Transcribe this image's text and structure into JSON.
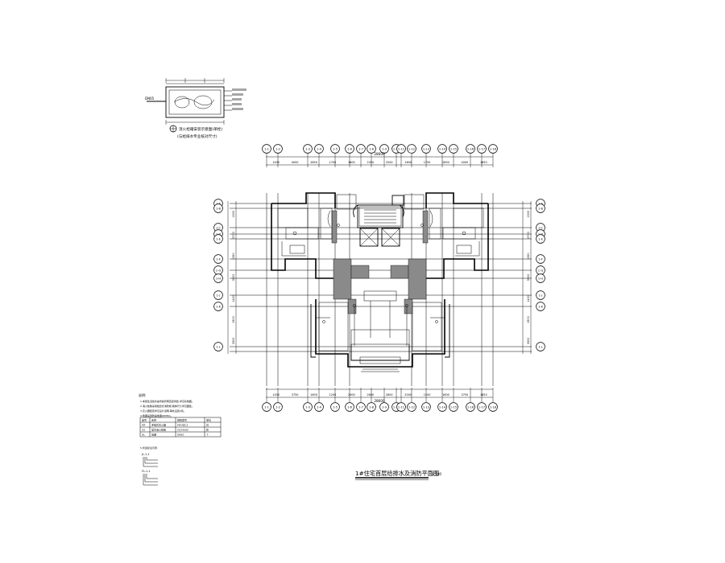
{
  "drawing": {
    "title": "1#住宅首层给排水及消防平面图",
    "scale": "1:100"
  },
  "detail": {
    "caption_line1": "消火栓箱安装示意图(单栓)",
    "caption_line2": "(与给排水专业核对尺寸)"
  },
  "axes": {
    "top": [
      "1-1",
      "1-2",
      "1-3",
      "1-4",
      "1-5",
      "1-6",
      "1-7",
      "1-8",
      "1-9",
      "1-10",
      "1-11",
      "1-12",
      "1-13",
      "1-14",
      "1-15",
      "1-16",
      "1-17",
      "1-18"
    ],
    "left": [
      "1-A",
      "1-B",
      "1-C",
      "1-D",
      "1-E",
      "1-F",
      "1-G",
      "1-H",
      "1-J",
      "1-K",
      "1-L"
    ],
    "right": [
      "1-A",
      "1-B",
      "1-C",
      "1-D",
      "1-E",
      "1-F",
      "1-G",
      "1-H",
      "1-J",
      "1-K",
      "1-L"
    ]
  },
  "dimensions": {
    "top_overall": "28600",
    "top_segments": [
      "1450",
      "4000",
      "2850",
      "1700",
      "1600",
      "2350",
      "2500",
      "1600",
      "1700",
      "2850",
      "4000",
      "1650"
    ],
    "bottom_overall": "28600",
    "bottom_segments": [
      "1450",
      "3750",
      "1600",
      "1200",
      "2000",
      "2600",
      "2800",
      "2000",
      "1200",
      "1600",
      "3750",
      "1650"
    ],
    "left_segments": [
      "1500",
      "2700",
      "1350",
      "3500",
      "1400",
      "1900",
      "3300"
    ],
    "right_segments": [
      "1500",
      "2700",
      "1350",
      "3500",
      "1400",
      "1900",
      "3300"
    ]
  },
  "notes": {
    "heading": "说明:",
    "lines": [
      "1.本层生活给水由市政管网直接供给,详见系统图。",
      "2.消火栓箱采用组合式消防柜,箱体尺寸详见图集。",
      "3.灭火器配置详见设计说明,每处设置2具。",
      "4.地漏采用防臭地漏(DN50)。"
    ],
    "table_header": [
      "编号",
      "名称",
      "规格型号",
      "单位"
    ],
    "table_rows": [
      [
        "MF",
        "手提式灭火器",
        "MF/ABC3",
        "具"
      ],
      [
        "SG",
        "室内消火栓箱",
        "SG24A65",
        "套"
      ],
      [
        "DL",
        "地漏",
        "DN50",
        "个"
      ]
    ],
    "legend_heading": "5.管道标注示意:",
    "legend_a": "JL-1-1",
    "legend_b": "FL-1-1"
  },
  "colors": {
    "ink": "#000000",
    "hatch": "#8a8a8a",
    "paper": "#ffffff"
  }
}
